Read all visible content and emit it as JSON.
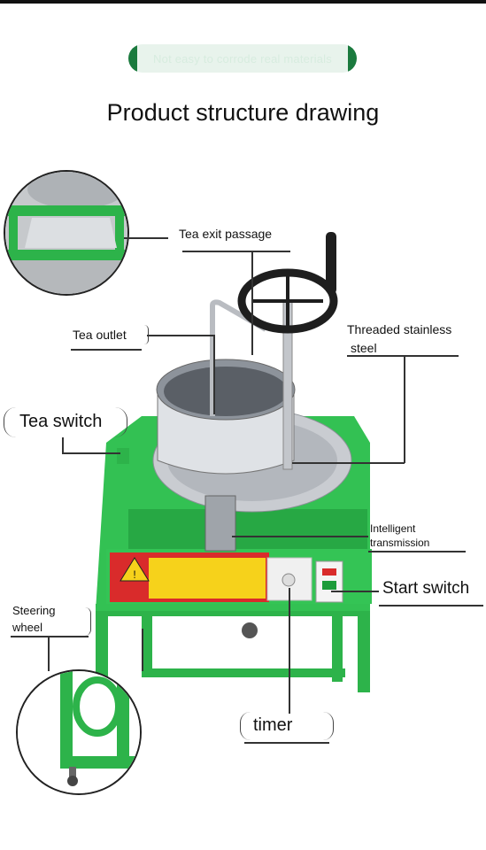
{
  "banner": {
    "text": "Not easy to corrode real materials"
  },
  "title": "Product structure drawing",
  "labels": {
    "tea_exit_passage": "Tea exit passage",
    "tea_outlet": "Tea outlet",
    "threaded_stainless_1": "Threaded stainless",
    "threaded_stainless_2": "steel",
    "tea_switch": "Tea switch",
    "intelligent_1": "Intelligent",
    "intelligent_2": "transmission",
    "start_switch": "Start switch",
    "steering_1": "Steering",
    "steering_2": "wheel",
    "timer": "timer"
  },
  "colors": {
    "frame_green": "#2db34a",
    "pill_green": "#1b7a3e",
    "warning_yellow": "#f6d21b",
    "panel_red": "#d92b2b"
  }
}
